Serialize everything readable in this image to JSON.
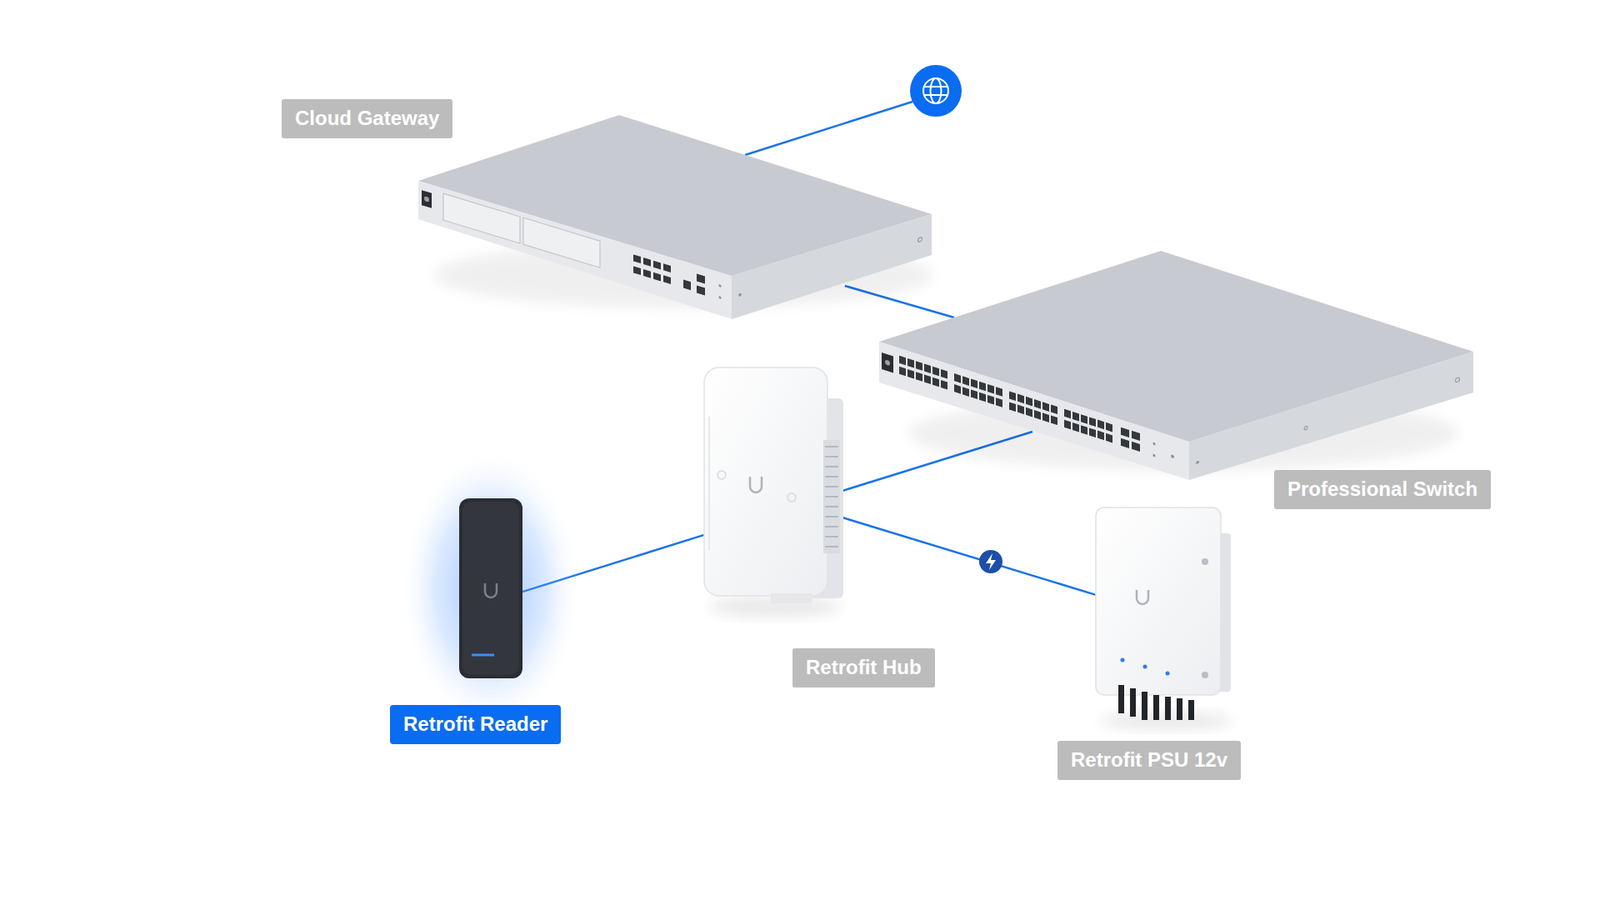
{
  "diagram": {
    "nodes": [
      {
        "text": [
          "Cloud Gateway"
        ]
      },
      {
        "text": [
          "Professional Switch"
        ]
      },
      {
        "text": [
          "Retrofit Hub"
        ]
      },
      {
        "text": [
          "Retrofit Reader"
        ]
      },
      {
        "text": [
          "Retrofit PSU 12v"
        ]
      }
    ],
    "edges": [
      {
        "from": 0,
        "to": 1,
        "arrow": "none"
      },
      {
        "from": 1,
        "to": 2,
        "arrow": "none"
      },
      {
        "from": 2,
        "to": 3,
        "arrow": "none"
      },
      {
        "from": 2,
        "to": 4,
        "arrow": "none"
      }
    ]
  }
}
